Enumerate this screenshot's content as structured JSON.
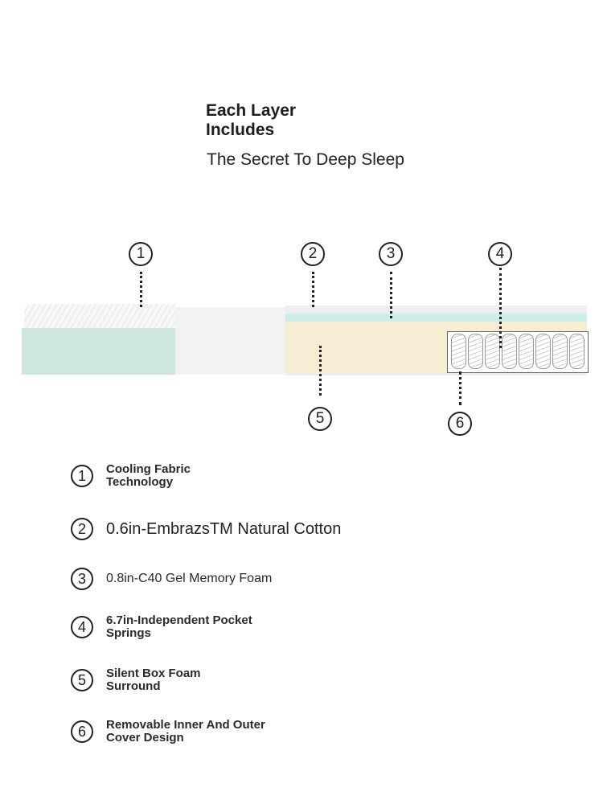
{
  "header": {
    "title": "Each Layer Includes",
    "subtitle": "The Secret To Deep Sleep"
  },
  "markers": [
    "①",
    "②",
    "③",
    "④",
    "⑤",
    "⑥"
  ],
  "layers": [
    {
      "num": "1",
      "label": "Cooling Fabric Technology"
    },
    {
      "num": "2",
      "label": "0.6in-EmbrazsTM Natural Cotton"
    },
    {
      "num": "3",
      "label": "0.8in-C40 Gel Memory Foam"
    },
    {
      "num": "4",
      "label": "6.7in-Independent Pocket Springs"
    },
    {
      "num": "5",
      "label": "Silent Box Foam Surround"
    },
    {
      "num": "6",
      "label": "Removable Inner And Outer Cover Design"
    }
  ],
  "colors": {
    "teal": "#cfe6df",
    "gel": "#cdeee8",
    "cream": "#f6edd2"
  }
}
